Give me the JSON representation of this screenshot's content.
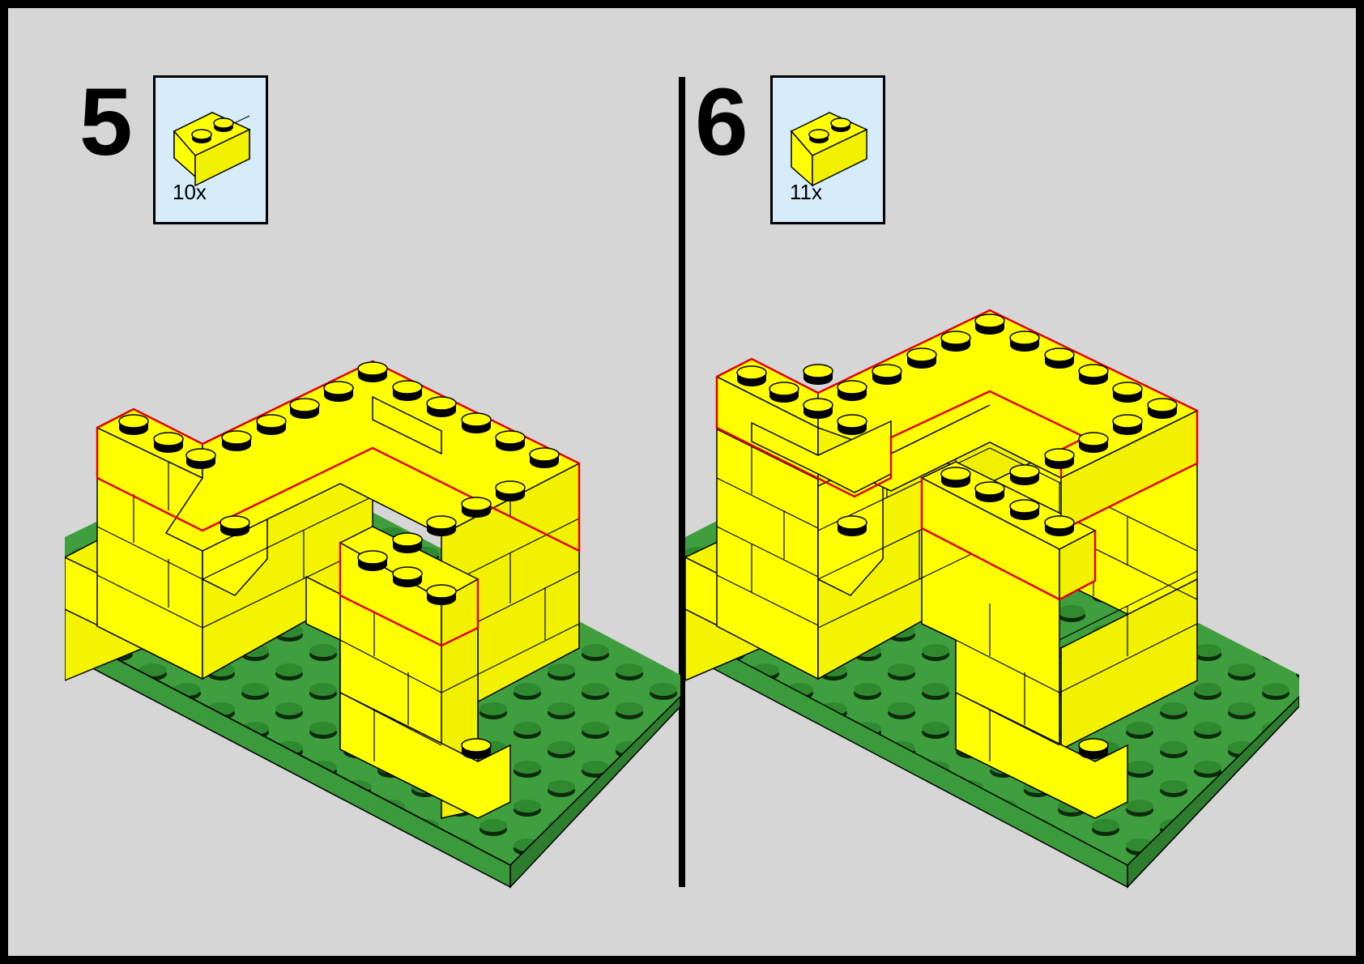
{
  "steps": [
    {
      "number": "5",
      "part_qty": "10x",
      "part": "yellow-brick-1x2-icon"
    },
    {
      "number": "6",
      "part_qty": "11x",
      "part": "yellow-brick-1x2-icon"
    }
  ],
  "colors": {
    "background": "#d6d6d6",
    "frame": "#000000",
    "brick_yellow": "#ffff00",
    "brick_yellow_side": "#f2f200",
    "baseplate_green": "#3f9f3f",
    "new_part_outline": "#e00000",
    "part_box_fill": "#d6ecfb"
  }
}
